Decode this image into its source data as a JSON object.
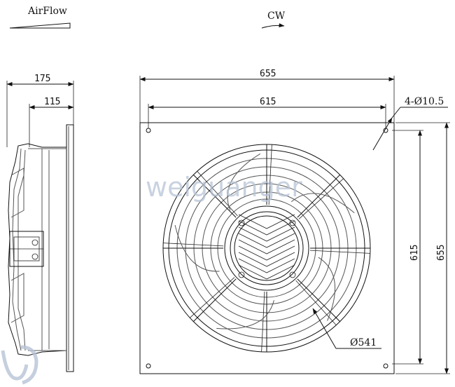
{
  "header": {
    "airflow_label": "AirFlow",
    "rotation_label": "CW"
  },
  "side_view": {
    "overall_depth": "175",
    "body_depth": "115"
  },
  "front_view": {
    "plate_width": "655",
    "hole_spacing_width": "615",
    "mounting_holes": "4-Ø10.5",
    "hole_spacing_height": "615",
    "plate_height": "655",
    "guard_diameter": "Ø541"
  },
  "watermark": {
    "text": "weiguanger"
  }
}
